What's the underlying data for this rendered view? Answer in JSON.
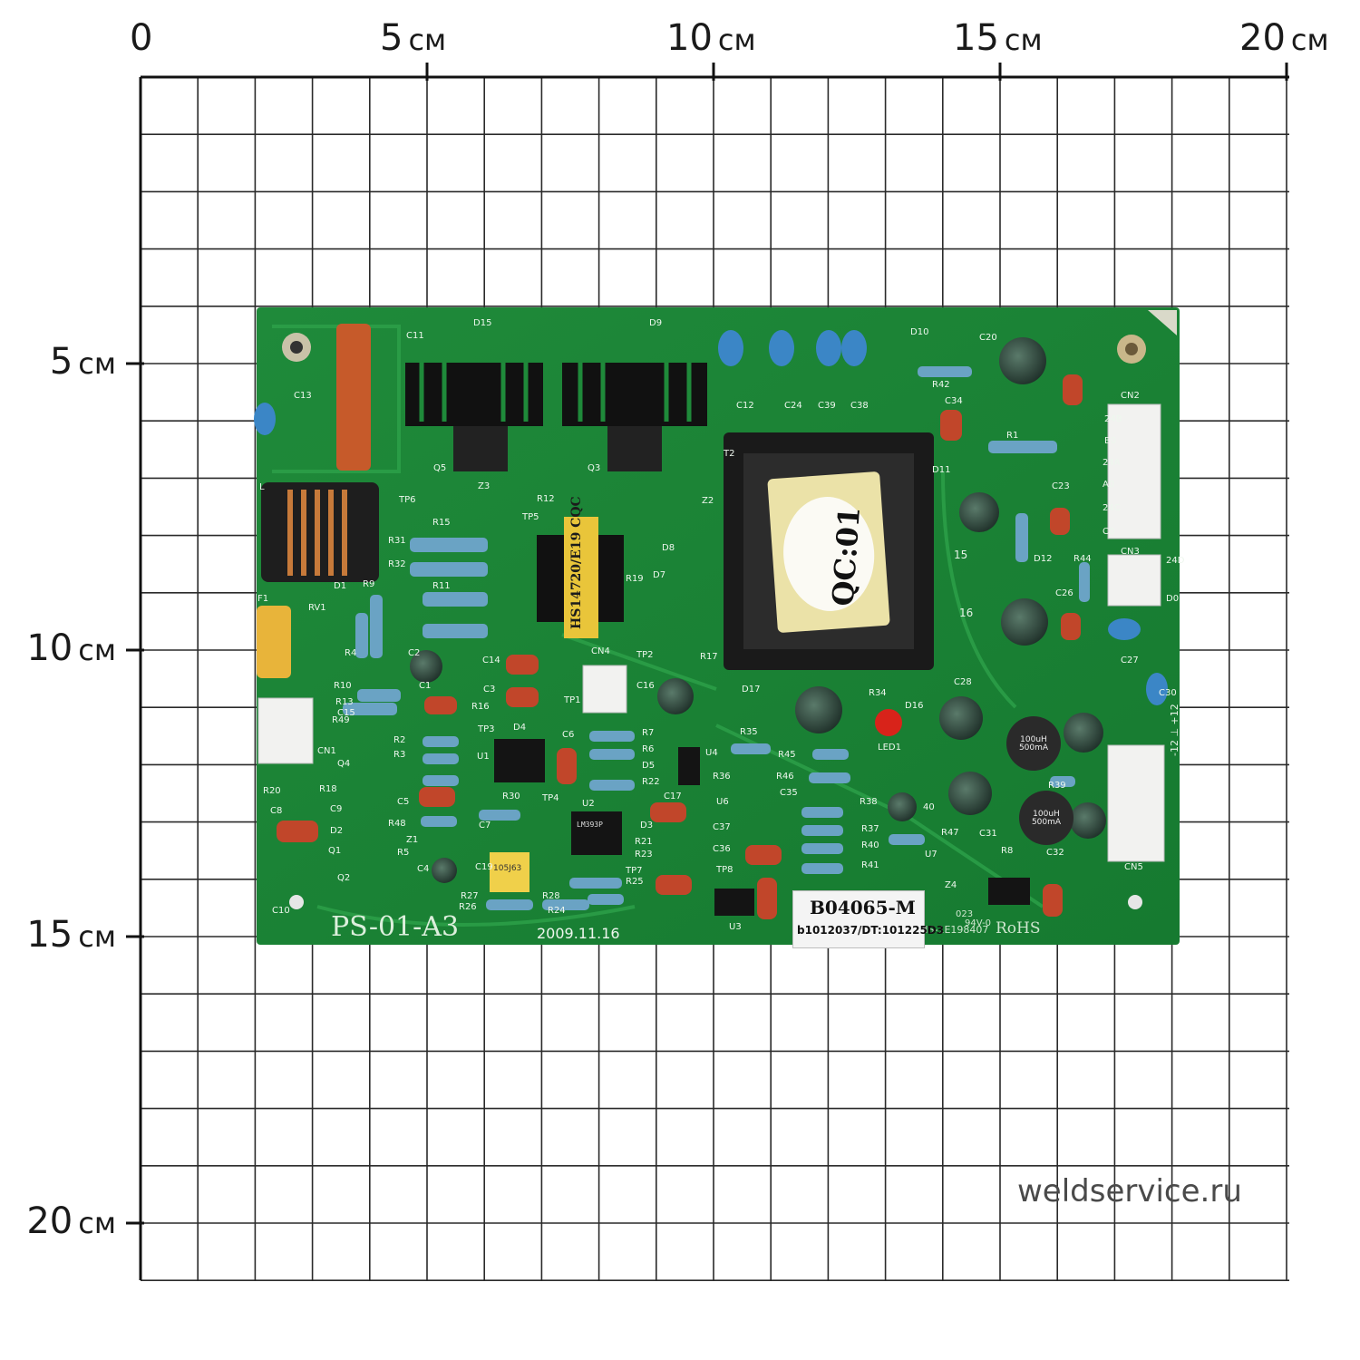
{
  "ruler": {
    "x_labels": [
      {
        "num": "0",
        "unit": ""
      },
      {
        "num": "5",
        "unit": "см"
      },
      {
        "num": "10",
        "unit": "см"
      },
      {
        "num": "15",
        "unit": "см"
      },
      {
        "num": "20",
        "unit": "см"
      }
    ],
    "y_labels": [
      {
        "num": "5",
        "unit": "см"
      },
      {
        "num": "10",
        "unit": "см"
      },
      {
        "num": "15",
        "unit": "см"
      },
      {
        "num": "20",
        "unit": "см"
      }
    ]
  },
  "board": {
    "model": "PS-01-A3",
    "date": "2009.11.16",
    "rohs": "RoHS",
    "tag_line1": "B04065-M",
    "tag_line2": "b1012037/DT:101225D3",
    "qc_sticker": "QC:01",
    "transformer_marking": "HS14720/E19 CQC",
    "cert_mark": "MS-1E198407",
    "silkscreen": [
      "C11",
      "D15",
      "D9",
      "C12",
      "C24",
      "C39",
      "C38",
      "D10",
      "C20",
      "R42",
      "C34",
      "CN2",
      "24B",
      "B0",
      "24A",
      "A0",
      "24C",
      "C0",
      "C13",
      "Q5",
      "Q3",
      "T2",
      "R1",
      "D11",
      "C23",
      "L",
      "TP6",
      "Z3",
      "R12",
      "Z2",
      "TP5",
      "R15",
      "R31",
      "R32",
      "D8",
      "R11",
      "R19",
      "D7",
      "D1",
      "R9",
      "CN3",
      "R44",
      "24D",
      "D0",
      "C26",
      "F1",
      "RV1",
      "C2",
      "C14",
      "TP2",
      "R17",
      "CN4",
      "C27",
      "C28",
      "C30",
      "R10",
      "C1",
      "R13",
      "R49",
      "C3",
      "R16",
      "TP1",
      "TP3",
      "C16",
      "D17",
      "R34",
      "D16",
      "LED1",
      "CN1",
      "R2",
      "R3",
      "C15",
      "D4",
      "U1",
      "C6",
      "R7",
      "R6",
      "D5",
      "R22",
      "R35",
      "R45",
      "R46",
      "R36",
      "Q4",
      "U4",
      "C35",
      "R38",
      "U6",
      "40",
      "R20",
      "R18",
      "C9",
      "C5",
      "TP4",
      "R30",
      "U2",
      "C17",
      "D3",
      "R21",
      "R23",
      "C37",
      "C36",
      "R37",
      "R40",
      "R41",
      "R47",
      "C31",
      "U7",
      "R48",
      "Z1",
      "R5",
      "C7",
      "C19",
      "C4",
      "Q1",
      "Q2",
      "TP7",
      "R25",
      "TP8",
      "Z4",
      "CN5",
      "C32",
      "R27",
      "R28",
      "R26",
      "R24",
      "U3",
      "D2",
      "D12",
      "R39",
      "R4",
      "R8",
      "C8",
      "C10"
    ],
    "chips": [
      "LM393P",
      "105J63"
    ],
    "inductors": [
      "100uH 500mA",
      "100uH 500mA"
    ],
    "cn5_pins": "-12 ⊥ +12",
    "misc": [
      "023",
      "94V-0",
      "15",
      "16"
    ]
  },
  "watermark": "weldservice.ru"
}
